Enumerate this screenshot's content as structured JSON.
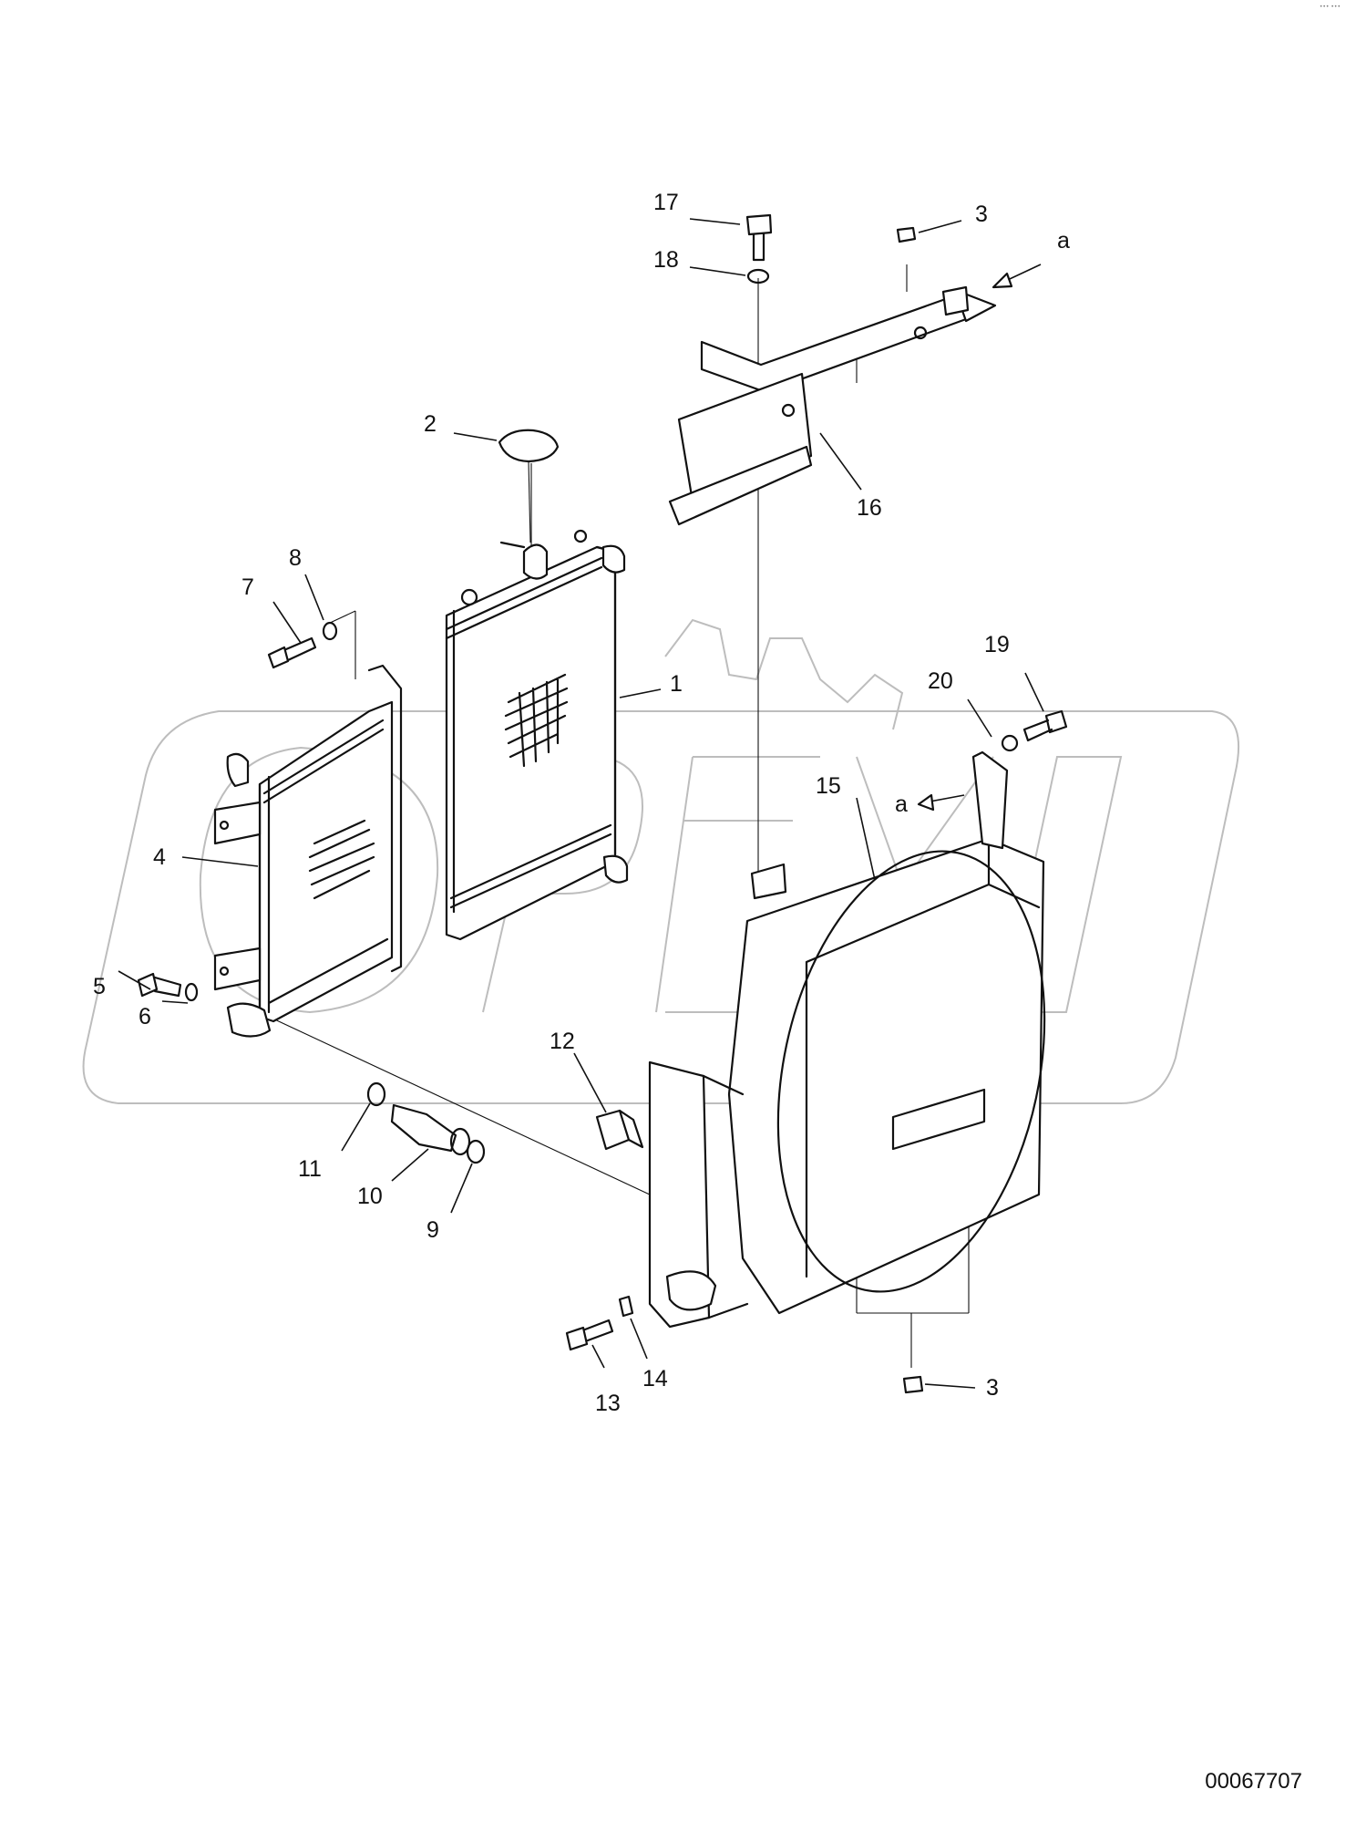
{
  "corner_mark": "••• •••",
  "watermark_text": "OPEX",
  "drawing_number": "00067707",
  "callouts": {
    "c1": "1",
    "c2": "2",
    "c3_top": "3",
    "c3_bottom": "3",
    "c4": "4",
    "c5": "5",
    "c6": "6",
    "c7": "7",
    "c8": "8",
    "c9": "9",
    "c10": "10",
    "c11": "11",
    "c12": "12",
    "c13": "13",
    "c14": "14",
    "c15": "15",
    "c16": "16",
    "c17": "17",
    "c18": "18",
    "c19": "19",
    "c20": "20",
    "a_top": "a",
    "a_mid": "a"
  }
}
